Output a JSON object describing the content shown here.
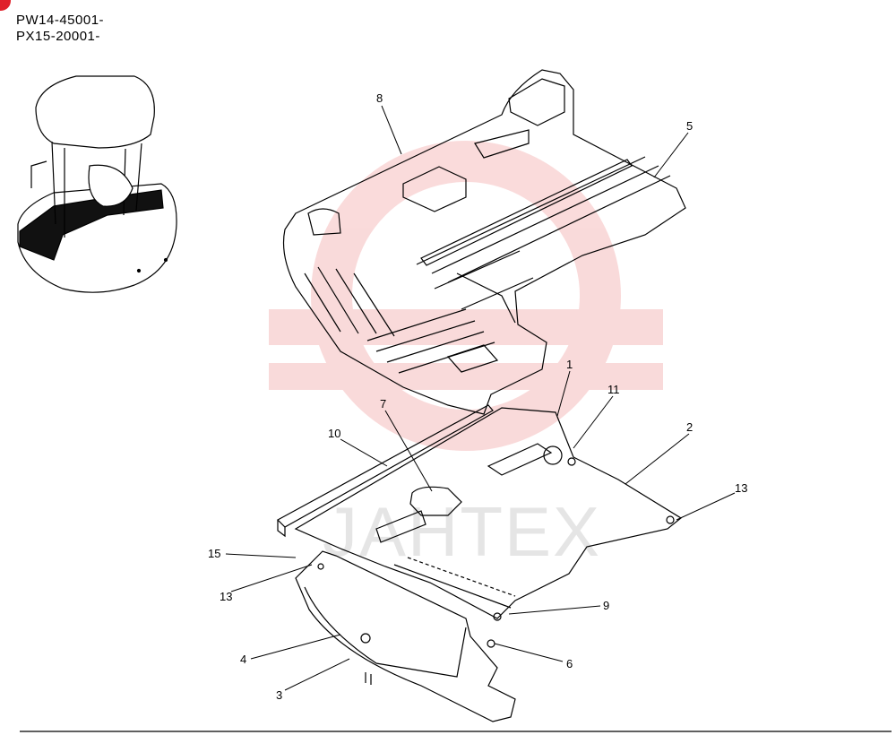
{
  "header": {
    "serial_ranges": [
      "PW14-45001-",
      "PX15-20001-"
    ]
  },
  "watermark": {
    "text": "JAHTEX",
    "color": "#e85a5a"
  },
  "callouts": [
    {
      "id": "callout-8",
      "label": "8"
    },
    {
      "id": "callout-5",
      "label": "5"
    },
    {
      "id": "callout-1",
      "label": "1"
    },
    {
      "id": "callout-11",
      "label": "11"
    },
    {
      "id": "callout-2",
      "label": "2"
    },
    {
      "id": "callout-7",
      "label": "7"
    },
    {
      "id": "callout-10",
      "label": "10"
    },
    {
      "id": "callout-13a",
      "label": "13"
    },
    {
      "id": "callout-15",
      "label": "15"
    },
    {
      "id": "callout-13b",
      "label": "13"
    },
    {
      "id": "callout-9",
      "label": "9"
    },
    {
      "id": "callout-4",
      "label": "4"
    },
    {
      "id": "callout-6",
      "label": "6"
    },
    {
      "id": "callout-3",
      "label": "3"
    }
  ],
  "colors": {
    "line": "#000000",
    "accent": "#e0202a",
    "background": "#ffffff"
  }
}
